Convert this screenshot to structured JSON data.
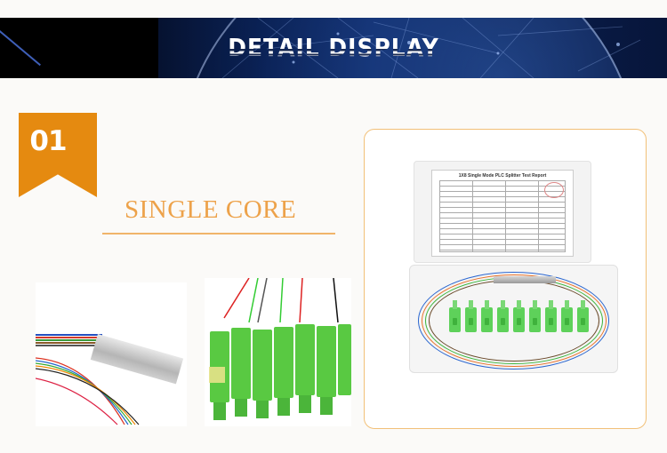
{
  "banner": {
    "title": "DETAIL DISPLAY",
    "colors": {
      "dark": "#000000",
      "blue": "#0e2b6a"
    }
  },
  "section": {
    "number": "01",
    "title": "SINGLE CORE",
    "accent_color": "#e58a10",
    "title_color": "#eda24a"
  },
  "photos": {
    "splitter": {
      "alt": "steel tube PLC splitter with colored fibers"
    },
    "connectors": {
      "alt": "green SC/APC connectors"
    },
    "main": {
      "alt": "1x8 PLC splitter in plastic box with test report",
      "report_title": "1X8 Single Mode PLC Splitter Test Report",
      "connector_count": 9
    }
  }
}
